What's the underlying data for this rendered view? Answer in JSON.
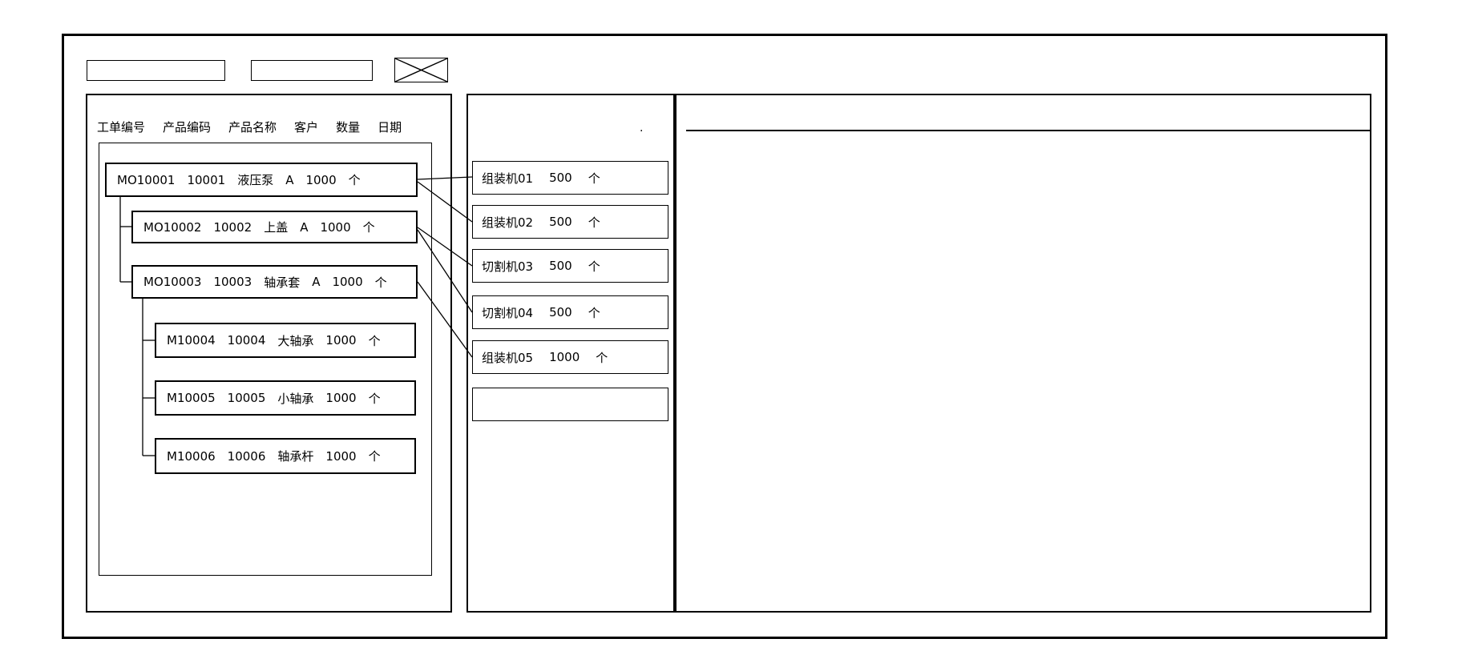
{
  "colors": {
    "line": "#000000",
    "background": "#ffffff"
  },
  "icons": {
    "crossed_box": "crossed-box-icon"
  },
  "toolbar": {
    "input1": {
      "value": ""
    },
    "input2": {
      "value": ""
    }
  },
  "work_order_panel": {
    "columns": [
      "工单编号",
      "产品编码",
      "产品名称",
      "客户",
      "数量",
      "日期"
    ],
    "orders": [
      {
        "order_no": "MO10001",
        "product_code": "10001",
        "product_name": "液压泵",
        "customer": "A",
        "quantity": "1000",
        "unit": "个"
      },
      {
        "order_no": "MO10002",
        "product_code": "10002",
        "product_name": "上盖",
        "customer": "A",
        "quantity": "1000",
        "unit": "个"
      },
      {
        "order_no": "MO10003",
        "product_code": "10003",
        "product_name": "轴承套",
        "customer": "A",
        "quantity": "1000",
        "unit": "个"
      },
      {
        "order_no": "M10004",
        "product_code": "10004",
        "product_name": "大轴承",
        "customer": "",
        "quantity": "1000",
        "unit": "个"
      },
      {
        "order_no": "M10005",
        "product_code": "10005",
        "product_name": "小轴承",
        "customer": "",
        "quantity": "1000",
        "unit": "个"
      },
      {
        "order_no": "M10006",
        "product_code": "10006",
        "product_name": "轴承杆",
        "customer": "",
        "quantity": "1000",
        "unit": "个"
      }
    ]
  },
  "machine_panel": {
    "dot": ".",
    "machines": [
      {
        "name": "组装机01",
        "quantity": "500",
        "unit": "个"
      },
      {
        "name": "组装机02",
        "quantity": "500",
        "unit": "个"
      },
      {
        "name": "切割机03",
        "quantity": "500",
        "unit": "个"
      },
      {
        "name": "切割机04",
        "quantity": "500",
        "unit": "个"
      },
      {
        "name": "组装机05",
        "quantity": "1000",
        "unit": "个"
      },
      {
        "name": "",
        "quantity": "",
        "unit": ""
      }
    ]
  },
  "connections": [
    {
      "from": "MO10001",
      "to": "组装机01"
    },
    {
      "from": "MO10001",
      "to": "组装机02"
    },
    {
      "from": "MO10002",
      "to": "切割机03"
    },
    {
      "from": "MO10002",
      "to": "切割机04"
    },
    {
      "from": "MO10003",
      "to": "组装机05"
    }
  ]
}
